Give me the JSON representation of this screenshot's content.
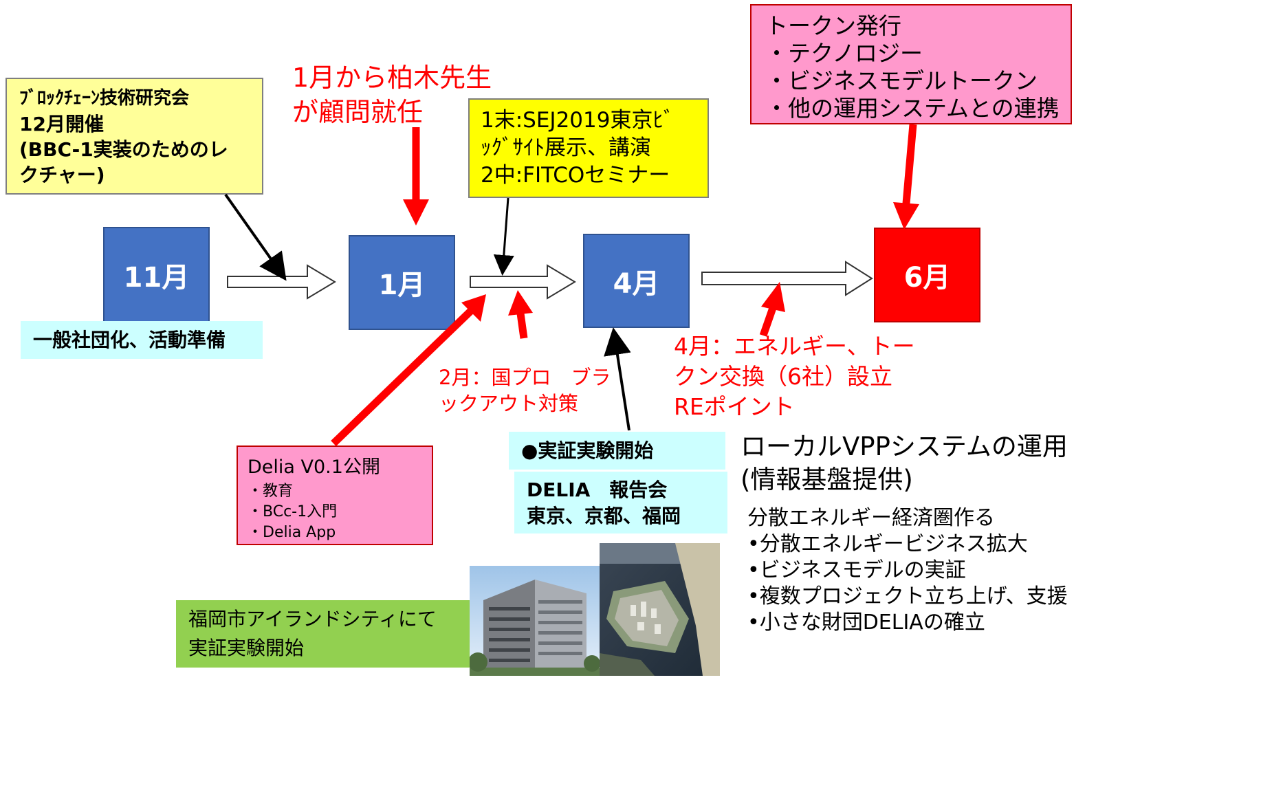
{
  "timeline": {
    "months": [
      {
        "label": "11月"
      },
      {
        "label": "1月"
      },
      {
        "label": "4月"
      },
      {
        "label": "6月"
      }
    ]
  },
  "notes": {
    "research": [
      "ﾌﾞﾛｯｸﾁｪｰﾝ技術研究会",
      "12月開催",
      "(BBC-1実装のためのレ",
      "クチャー)"
    ],
    "advisor": [
      "1月から柏木先生",
      "が顧問就任"
    ],
    "exhibition": [
      "1末:SEJ2019東京ﾋﾞ",
      "ｯｸﾞｻｲﾄ展示、講演",
      "2中:FITCOセミナー"
    ],
    "token": {
      "title": "トークン発行",
      "items": [
        "・テクノロジー",
        "・ビジネスモデルトークン",
        "・他の運用システムとの連携"
      ]
    },
    "incorporation": "一般社団化、活動準備",
    "blackout": [
      "2月：国プロ　ブラ",
      "ックアウト対策"
    ],
    "energy_exchange": [
      "4月：エネルギー、トー",
      "クン交換（6社）設立",
      "REポイント"
    ],
    "delia_release": {
      "title": "Delia V0.1公開",
      "items": [
        "・教育",
        "・BCc-1入門",
        "・Delia App"
      ]
    },
    "experiment_start": "●実証実験開始",
    "report": [
      "DELIA　報告会",
      "東京、京都、福岡"
    ],
    "island_city": [
      "福岡市アイランドシティにて",
      "実証実験開始"
    ],
    "vpp": {
      "title": [
        "ローカルVPPシステムの運用",
        "(情報基盤提供)"
      ],
      "items": [
        "分散エネルギー経済圏作る",
        "•分散エネルギービジネス拡大",
        "•ビジネスモデルの実証",
        "•複数プロジェクト立ち上げ、支援",
        "•小さな財団DELIAの確立"
      ]
    }
  },
  "colors": {
    "month_box": "#4472c4",
    "month_box_final": "#ff0000",
    "arrow_red": "#ff0000",
    "note_yellow_light": "#ffff99",
    "note_yellow": "#ffff00",
    "note_pink": "#ff99cc",
    "note_cyan": "#ccffff",
    "note_green": "#92d050"
  }
}
